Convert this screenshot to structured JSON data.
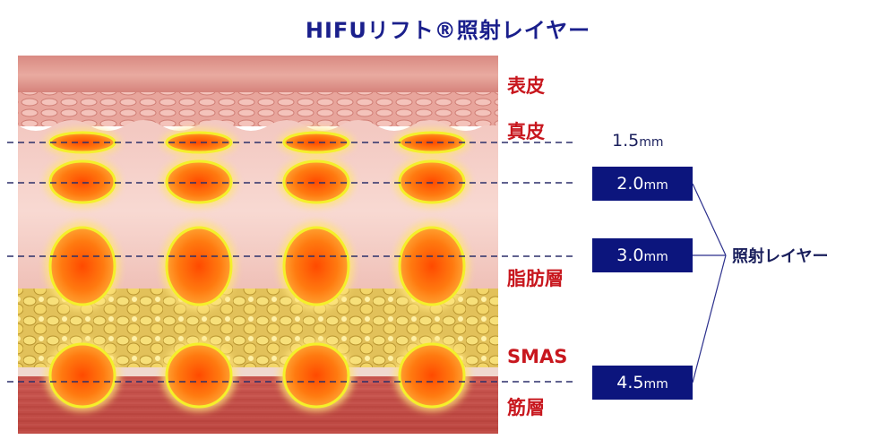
{
  "title": "HIFUリフト®照射レイヤー",
  "layers": {
    "epidermis": "表皮",
    "dermis": "真皮",
    "fat": "脂肪層",
    "smas": "SMAS",
    "muscle": "筋層"
  },
  "depths": [
    {
      "value": "1.5",
      "unit": "mm"
    },
    {
      "value": "2.0",
      "unit": "mm"
    },
    {
      "value": "3.0",
      "unit": "mm"
    },
    {
      "value": "4.5",
      "unit": "mm"
    }
  ],
  "bracket_label": "照射レイヤー",
  "colors": {
    "title": "#1a1f8c",
    "layer_label": "#c8171e",
    "depth_box": "#0c157d",
    "focal_fill": "#ff6a00",
    "focal_ring": "#f4f02a"
  }
}
